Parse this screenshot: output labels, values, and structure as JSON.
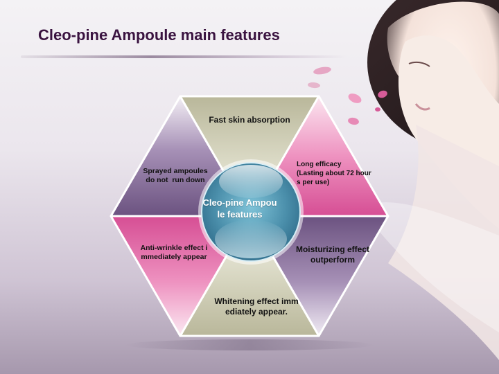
{
  "slide": {
    "title": "Cleo-pine Ampoule main features",
    "center": [
      "Cleo-pine Ampou",
      "le features"
    ],
    "features": {
      "top": [
        "Fast skin absorption"
      ],
      "upper_right": [
        "Long efficacy",
        "(Lasting about 72 hour",
        "s per use)"
      ],
      "upper_left": [
        "Sprayed ampoules",
        "do not  run down"
      ],
      "lower_left": [
        "Anti-wrinkle effect i",
        "mmediately appear"
      ],
      "lower_right": [
        "Moisturizing effect",
        "outperform"
      ],
      "bottom": [
        "Whitening effect imm",
        "ediately appear."
      ]
    },
    "colors": {
      "title": "#3a1340",
      "purple": "#6a4f80",
      "pink": "#d95f9a",
      "beige": "#c8c6ad",
      "orb": "#4d93ad"
    }
  }
}
